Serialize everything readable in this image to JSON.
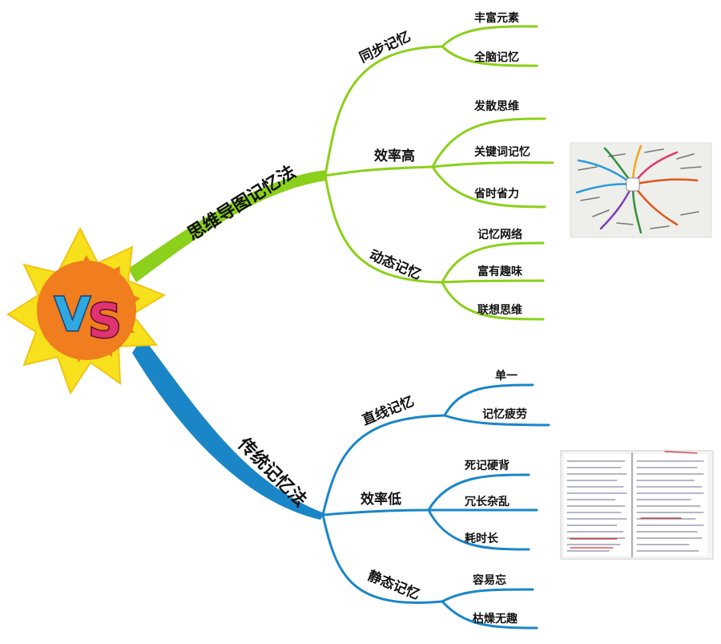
{
  "center": {
    "label": "VS"
  },
  "mindmap": {
    "label": "思维导图记忆法",
    "color": "#8bd01a",
    "branches": [
      {
        "label": "同步记忆",
        "leaves": [
          "丰富元素",
          "全脑记忆"
        ]
      },
      {
        "label": "效率高",
        "leaves": [
          "发散思维",
          "关键词记忆",
          "省时省力"
        ]
      },
      {
        "label": "动态记忆",
        "leaves": [
          "记忆网络",
          "富有趣味",
          "联想思维"
        ]
      }
    ]
  },
  "traditional": {
    "label": "传统记忆法",
    "color": "#1a86c8",
    "branches": [
      {
        "label": "直线记忆",
        "leaves": [
          "单一",
          "记忆疲劳"
        ]
      },
      {
        "label": "效率低",
        "leaves": [
          "死记硬背",
          "冗长杂乱",
          "耗时长"
        ]
      },
      {
        "label": "静态记忆",
        "leaves": [
          "容易忘",
          "枯燥无趣"
        ]
      }
    ]
  },
  "colors": {
    "star_outer": "#f6e11c",
    "star_inner": "#f07d1e",
    "v_letter": "#2fa8e0",
    "s_letter": "#e0336f"
  }
}
